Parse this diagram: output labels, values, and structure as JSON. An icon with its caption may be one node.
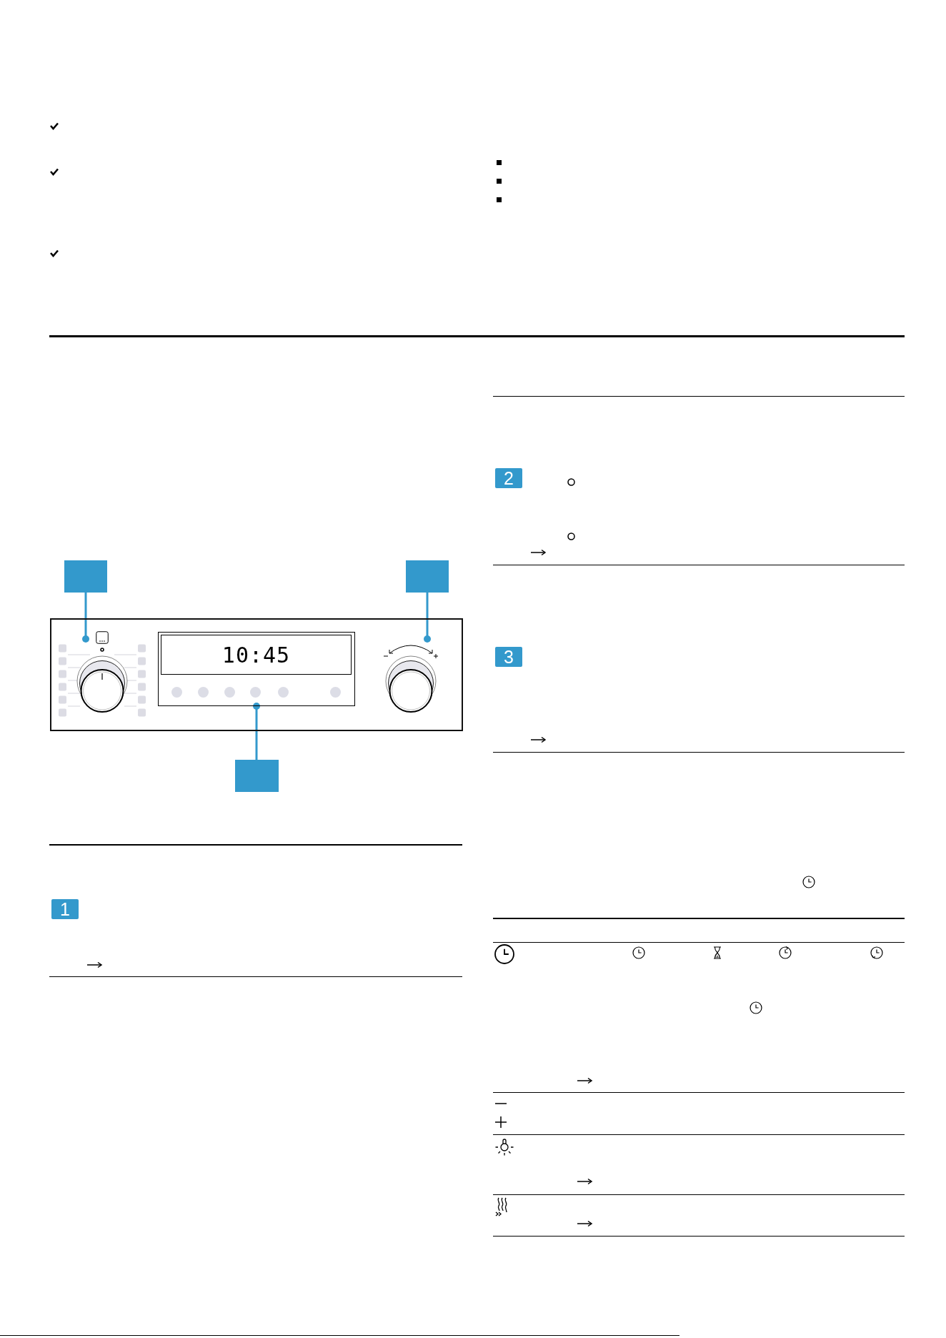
{
  "diagram": {
    "nodes": [
      {
        "text": [],
        "shape": "box"
      },
      {
        "text": [],
        "shape": "box"
      },
      {
        "text": [],
        "shape": "box"
      },
      {
        "text": [],
        "shape": "circle",
        "in": 2
      },
      {
        "text": [
          "10:45"
        ],
        "in": 2
      },
      {
        "text": [],
        "shape": "circle",
        "in": 2
      },
      {
        "text": [],
        "shape": "box"
      },
      {
        "text": [
          "1"
        ]
      },
      {
        "text": [
          "2"
        ]
      },
      {
        "text": [
          "3"
        ]
      }
    ],
    "edges": [
      {
        "from": 0,
        "to": 3,
        "arrow": "other"
      },
      {
        "from": 1,
        "to": 5,
        "arrow": "other"
      },
      {
        "from": 6,
        "to": 4,
        "arrow": "other"
      }
    ]
  }
}
